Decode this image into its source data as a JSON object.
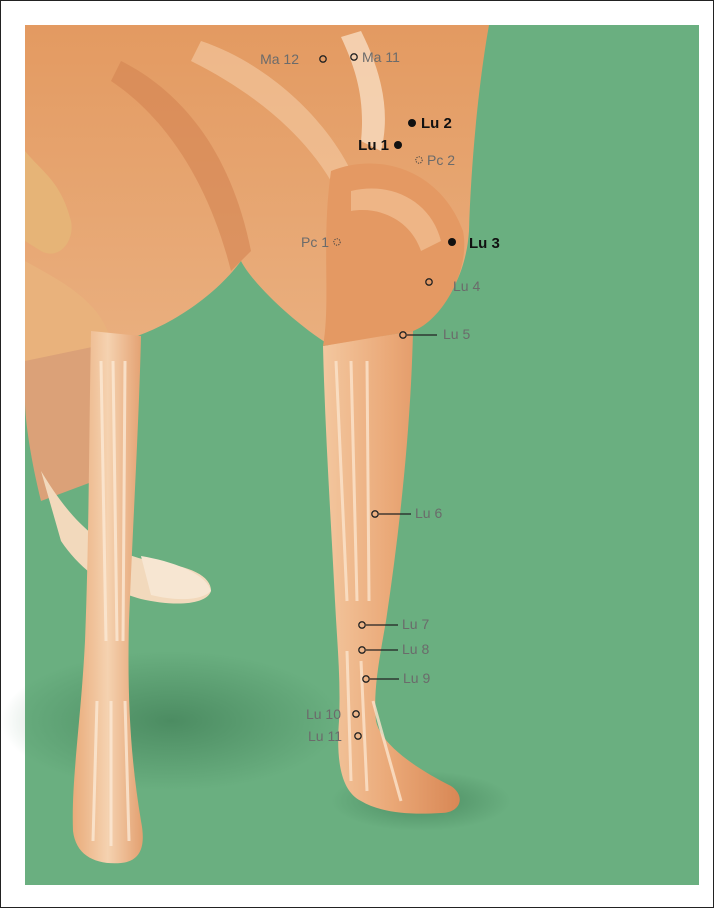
{
  "points": [
    {
      "label": "Ma 12",
      "style": "open",
      "weight": "normal",
      "id": "ma-12"
    },
    {
      "label": "Ma 11",
      "style": "open",
      "weight": "normal",
      "id": "ma-11"
    },
    {
      "label": "Lu 2",
      "style": "filled",
      "weight": "bold",
      "id": "lu-2"
    },
    {
      "label": "Lu 1",
      "style": "filled",
      "weight": "bold",
      "id": "lu-1"
    },
    {
      "label": "Pc 2",
      "style": "dotted",
      "weight": "normal",
      "id": "pc-2"
    },
    {
      "label": "Pc 1",
      "style": "dotted",
      "weight": "normal",
      "id": "pc-1"
    },
    {
      "label": "Lu 3",
      "style": "filled",
      "weight": "bold",
      "id": "lu-3"
    },
    {
      "label": "Lu 4",
      "style": "open",
      "weight": "normal",
      "id": "lu-4"
    },
    {
      "label": "Lu 5",
      "style": "open",
      "weight": "normal",
      "id": "lu-5"
    },
    {
      "label": "Lu 6",
      "style": "open",
      "weight": "normal",
      "id": "lu-6"
    },
    {
      "label": "Lu 7",
      "style": "open",
      "weight": "normal",
      "id": "lu-7"
    },
    {
      "label": "Lu 8",
      "style": "open",
      "weight": "normal",
      "id": "lu-8"
    },
    {
      "label": "Lu 9",
      "style": "open",
      "weight": "normal",
      "id": "lu-9"
    },
    {
      "label": "Lu 10",
      "style": "open",
      "weight": "normal",
      "id": "lu-10"
    },
    {
      "label": "Lu 11",
      "style": "open",
      "weight": "normal",
      "id": "lu-11"
    }
  ],
  "colors": {
    "background": "#6aaf80",
    "muscle": "#e9a777",
    "muscle_dark": "#d98a5a",
    "tendon": "#f6dcc0",
    "fur": "#e6b477",
    "bold_label": "#111111",
    "normal_label": "#6b6b6b"
  }
}
